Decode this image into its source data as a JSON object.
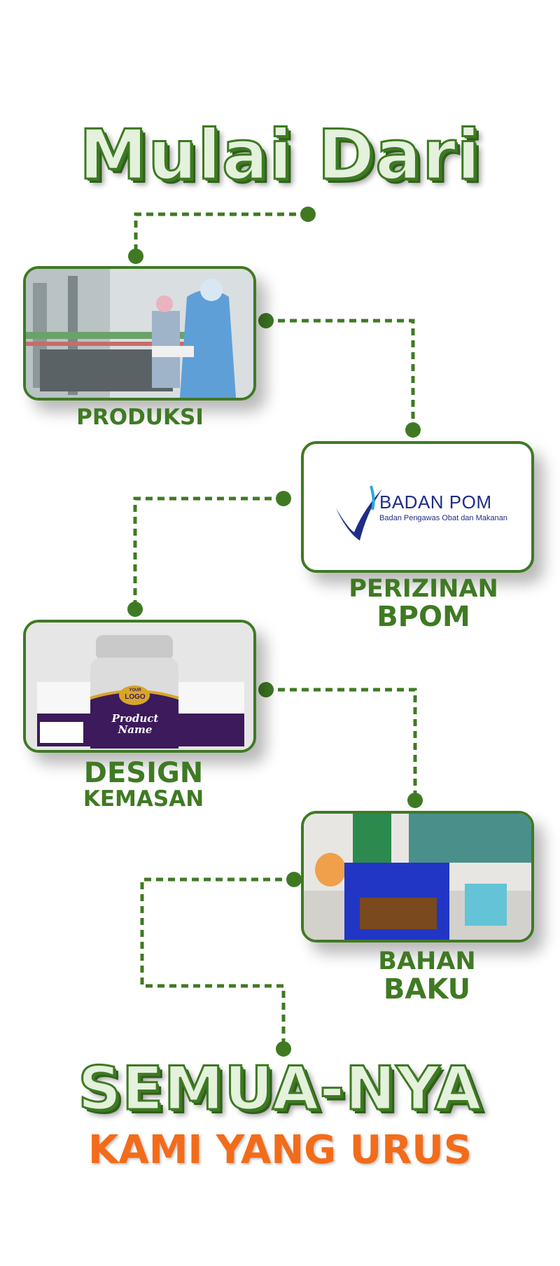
{
  "title": "Mulai Dari",
  "steps": [
    {
      "label": "PRODUKSI",
      "icon": "production-photo"
    },
    {
      "label_line1": "PERIZINAN",
      "label_line2": "BPOM",
      "logo_text": "BADAN POM",
      "logo_subtext": "Badan Pengawas Obat dan Makanan",
      "icon": "badan-pom-logo"
    },
    {
      "label_line1": "DESIGN",
      "label_line2": "KEMASAN",
      "mockup_logo_top": "YOUR",
      "mockup_logo": "LOGO",
      "mockup_name1": "Product",
      "mockup_name2": "Name",
      "icon": "packaging-mockup"
    },
    {
      "label_line1": "BAHAN",
      "label_line2": "BAKU",
      "icon": "raw-material-photo"
    }
  ],
  "footer": {
    "title": "SEMUA-NYA",
    "subtitle": "KAMI YANG URUS"
  },
  "colors": {
    "green": "#3f7a23",
    "orange": "#f26c1a",
    "light_green": "#e4f1dc"
  }
}
